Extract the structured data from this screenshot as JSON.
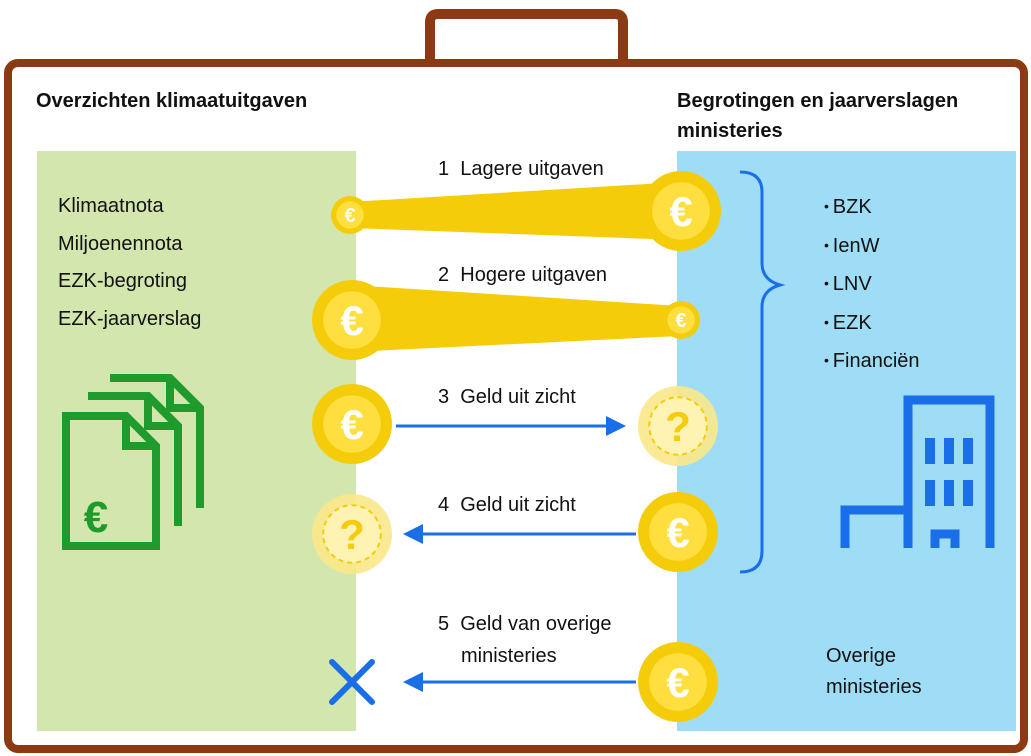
{
  "left_panel": {
    "title": "Overzichten klimaatuitgaven",
    "sources": [
      "Klimaatnota",
      "Miljoenennota",
      "EZK-begroting",
      "EZK-jaarverslag"
    ]
  },
  "right_panel": {
    "title_line1": "Begrotingen en jaarverslagen",
    "title_line2": "ministeries",
    "ministries": [
      "BZK",
      "IenW",
      "LNV",
      "EZK",
      "Financiën"
    ],
    "other_line1": "Overige",
    "other_line2": "ministeries"
  },
  "flows": [
    {
      "number": "1",
      "label": "Lagere uitgaven"
    },
    {
      "number": "2",
      "label": "Hogere uitgaven"
    },
    {
      "number": "3",
      "label": "Geld uit zicht"
    },
    {
      "number": "4",
      "label": "Geld uit zicht"
    },
    {
      "number": "5",
      "label_line1": "Geld van overige",
      "label_line2": "ministeries"
    }
  ],
  "symbols": {
    "coin": "€",
    "unknown": "?"
  },
  "colors": {
    "frame": "#8b3a14",
    "left_panel": "#d3e6ad",
    "right_panel": "#9fdcf6",
    "coin": "#f5cc0a",
    "coin_inner": "#ffdf3f",
    "arrow": "#1a6ee8",
    "document_icon": "#1f9b2e",
    "building_icon": "#1a6ee8",
    "bracket": "#1a6ee8"
  }
}
